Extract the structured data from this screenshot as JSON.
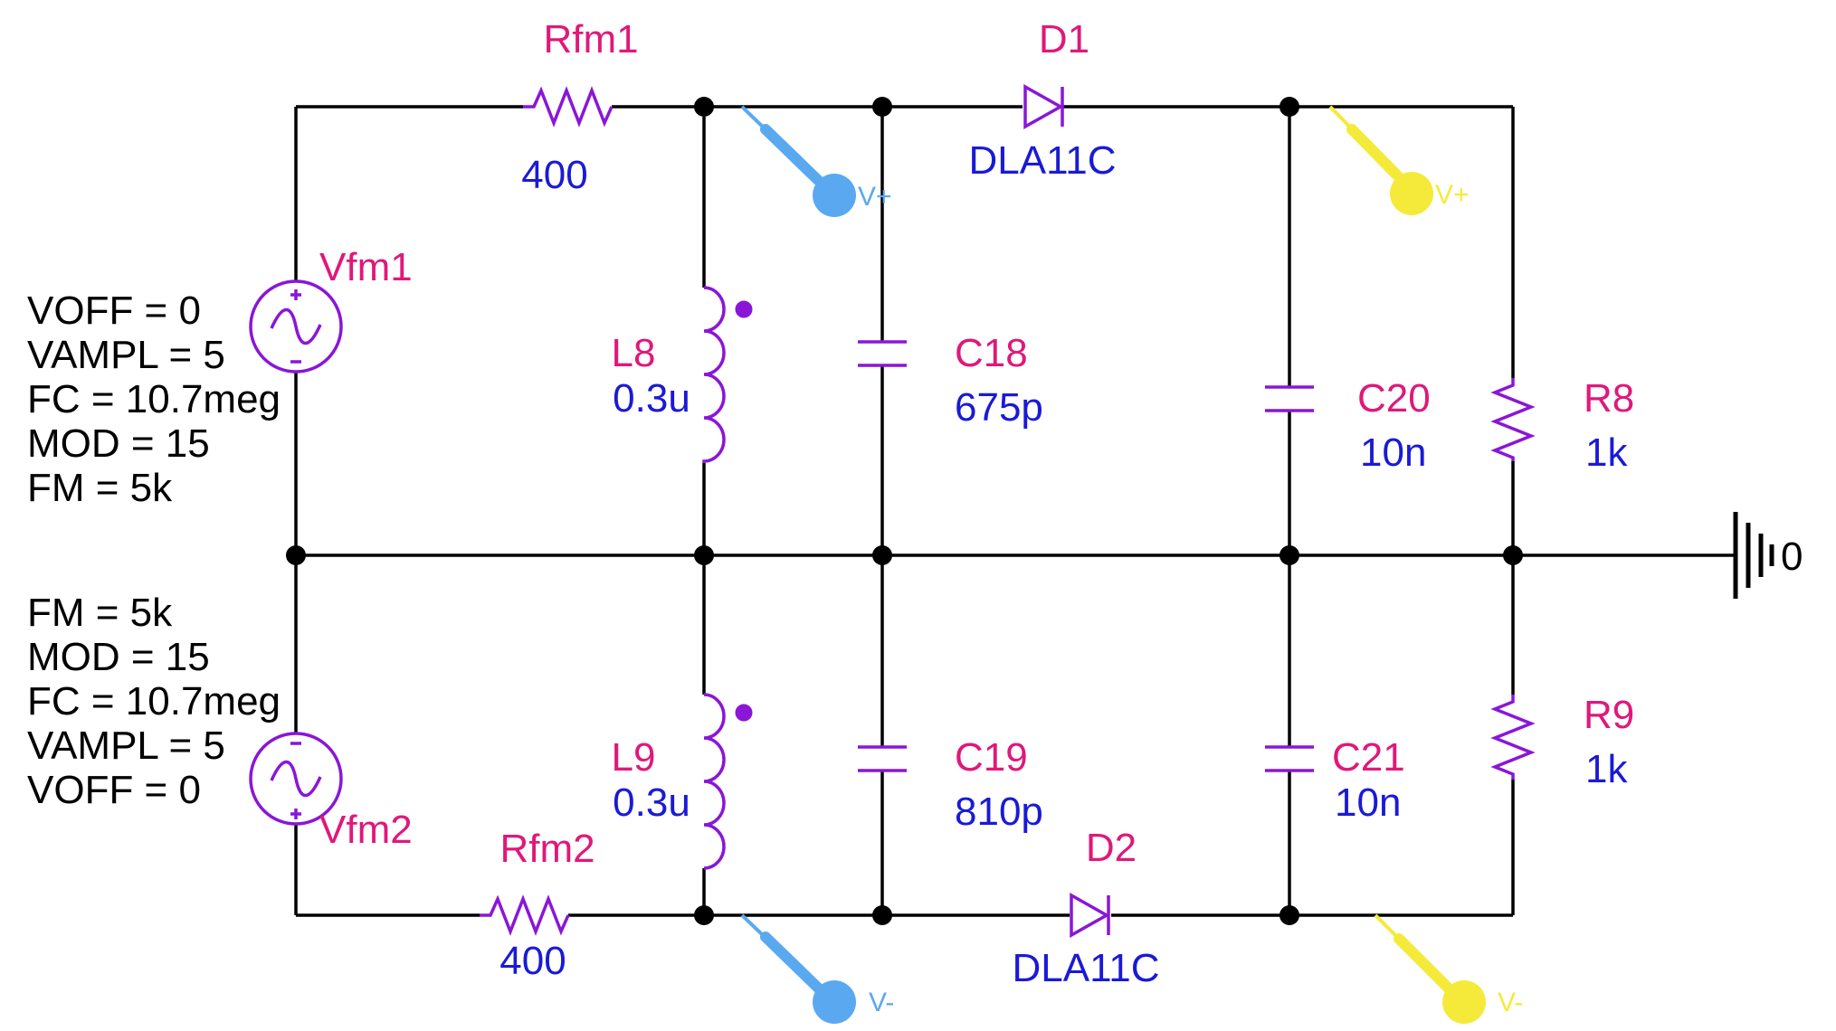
{
  "colors": {
    "wire": "#000000",
    "component": "#8a16d8",
    "reference": "#e0187a",
    "value": "#1a1ad6",
    "probe_blue": "#5aa9f0",
    "probe_yellow": "#f5ea3a"
  },
  "components": {
    "rfm1": {
      "ref": "Rfm1",
      "value": "400"
    },
    "rfm2": {
      "ref": "Rfm2",
      "value": "400"
    },
    "d1": {
      "ref": "D1",
      "value": "DLA11C"
    },
    "d2": {
      "ref": "D2",
      "value": "DLA11C"
    },
    "l8": {
      "ref": "L8",
      "value": "0.3u"
    },
    "l9": {
      "ref": "L9",
      "value": "0.3u"
    },
    "c18": {
      "ref": "C18",
      "value": "675p"
    },
    "c19": {
      "ref": "C19",
      "value": "810p"
    },
    "c20": {
      "ref": "C20",
      "value": "10n"
    },
    "c21": {
      "ref": "C21",
      "value": "10n"
    },
    "r8": {
      "ref": "R8",
      "value": "1k"
    },
    "r9": {
      "ref": "R9",
      "value": "1k"
    },
    "vfm1": {
      "ref": "Vfm1",
      "params": [
        "VOFF = 0",
        "VAMPL = 5",
        "FC = 10.7meg",
        "MOD = 15",
        "FM = 5k"
      ]
    },
    "vfm2": {
      "ref": "Vfm2",
      "params": [
        "FM = 5k",
        "MOD = 15",
        "FC = 10.7meg",
        "VAMPL = 5",
        "VOFF = 0"
      ]
    }
  },
  "ground": {
    "label": "0"
  },
  "probes": [
    {
      "label": "V+",
      "color": "blue"
    },
    {
      "label": "V+",
      "color": "yellow"
    },
    {
      "label": "V-",
      "color": "blue"
    },
    {
      "label": "V-",
      "color": "yellow"
    }
  ]
}
